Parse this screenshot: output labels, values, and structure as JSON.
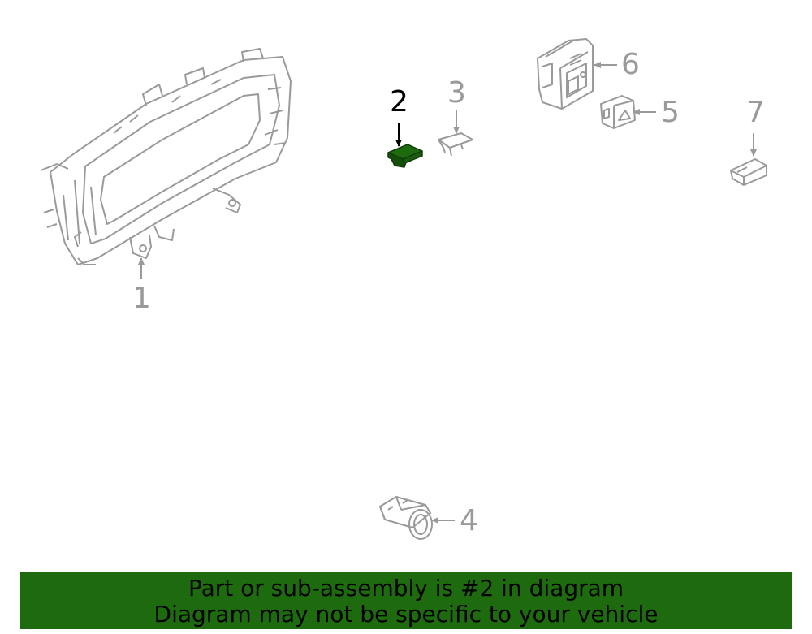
{
  "colors": {
    "line": "#9a9a9a",
    "highlight": "#1e6b0f",
    "active_label": "#000000",
    "banner_bg": "#1e6b0f"
  },
  "callouts": [
    {
      "id": "1",
      "label": "1",
      "part": "instrument-cluster",
      "highlighted": false
    },
    {
      "id": "2",
      "label": "2",
      "part": "clip",
      "highlighted": true
    },
    {
      "id": "3",
      "label": "3",
      "part": "bracket",
      "highlighted": false
    },
    {
      "id": "4",
      "label": "4",
      "part": "socket",
      "highlighted": false
    },
    {
      "id": "5",
      "label": "5",
      "part": "hazard-switch",
      "highlighted": false
    },
    {
      "id": "6",
      "label": "6",
      "part": "switch-panel",
      "highlighted": false
    },
    {
      "id": "7",
      "label": "7",
      "part": "connector",
      "highlighted": false
    }
  ],
  "banner": {
    "line1": "Part or sub-assembly is #2 in diagram",
    "line2": "Diagram may not be specific to your vehicle"
  }
}
